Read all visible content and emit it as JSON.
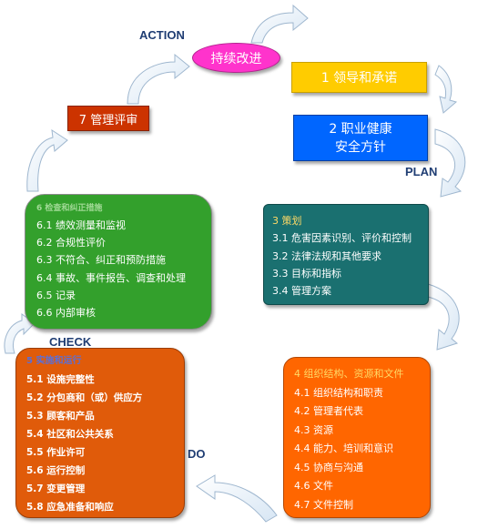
{
  "phases": {
    "action": "ACTION",
    "plan": "PLAN",
    "check": "CHECK",
    "do": "DO"
  },
  "improvement": "持续改进",
  "leadership": "1 领导和承诺",
  "policy": {
    "line1": "2 职业健康",
    "line2": "安全方针"
  },
  "review": "7 管理评审",
  "planning": {
    "title": "3 策划",
    "items": [
      "3.1 危害因素识别、评价和控制",
      "3.2 法律法规和其他要求",
      "3.3 目标和指标",
      "3.4 管理方案"
    ]
  },
  "organisation": {
    "title": "4 组织结构、资源和文件",
    "items": [
      "4.1 组织结构和职责",
      "4.2 管理者代表",
      "4.3 资源",
      "4.4 能力、培训和意识",
      "4.5 协商与沟通",
      "4.6 文件",
      "4.7 文件控制"
    ]
  },
  "implementation": {
    "title": "5 实施和运行",
    "items": [
      "5.1 设施完整性",
      "5.2 分包商和（或）供应方",
      "5.3 顾客和产品",
      "5.4 社区和公共关系",
      "5.5 作业许可",
      "5.6 运行控制",
      "5.7 变更管理",
      "5.8 应急准备和响应"
    ]
  },
  "checking": {
    "title": "6 检查和纠正措施",
    "items": [
      "6.1 绩效测量和监视",
      "6.2 合规性评价",
      "6.3 不符合、纠正和预防措施",
      "6.4 事故、事件报告、调查和处理",
      "6.5 记录",
      "6.6 内部审核"
    ]
  },
  "colors": {
    "arrow_fill": "#eaf3fb",
    "arrow_stroke": "#9fb7cf",
    "improvement": "#ff33cc",
    "leadership": "#ffcc00",
    "policy": "#0066ff",
    "review": "#cc3300",
    "checking": "#33a02c",
    "planning": "#1a7070",
    "implementation": "#e05b0a",
    "organisation": "#ff6600"
  }
}
